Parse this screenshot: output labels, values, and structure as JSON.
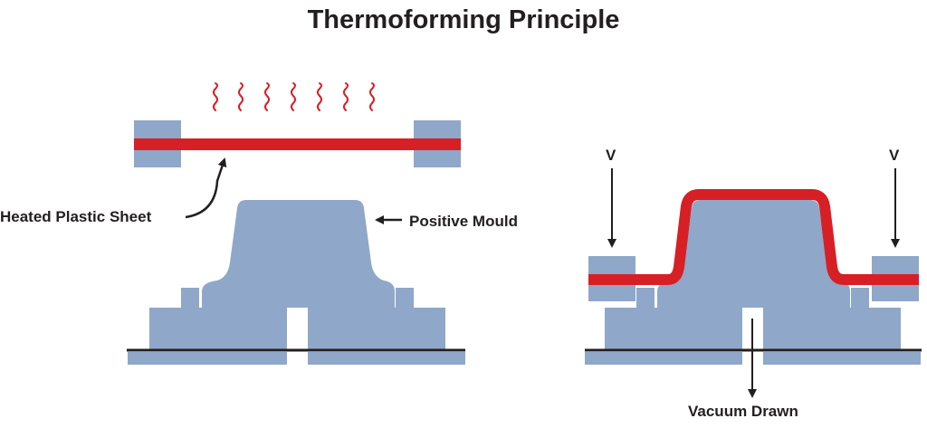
{
  "title": "Thermoforming Principle",
  "labels": {
    "heated_sheet": "Heated Plastic Sheet",
    "positive_mould": "Positive Mould",
    "vacuum_left": "V",
    "vacuum_right": "V",
    "vacuum_drawn": "Vacuum Drawn"
  },
  "colors": {
    "mould": "#8fa7c9",
    "sheet": "#d71f26",
    "ink": "#231f20",
    "heat": "#d71f26"
  },
  "icons": [
    "heat-wave-icon",
    "arrow-icon"
  ]
}
